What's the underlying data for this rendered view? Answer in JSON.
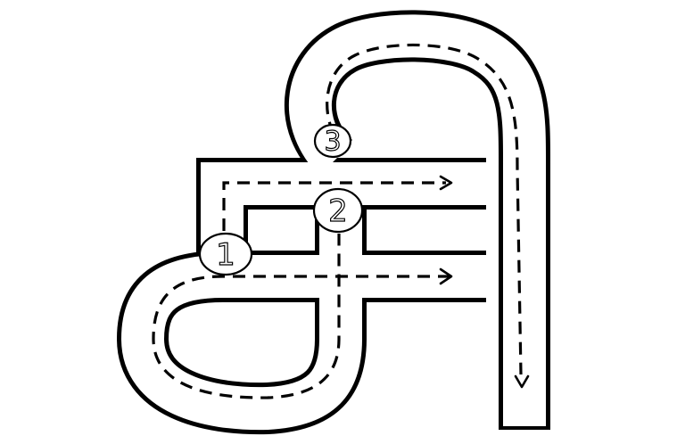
{
  "diagram": {
    "type": "stroke-order-road",
    "colors": {
      "road_edge": "#000000",
      "road_surface": "#ffffff",
      "lane": "#000000"
    },
    "badges": [
      {
        "id": "start-1",
        "label": "1"
      },
      {
        "id": "start-2",
        "label": "2"
      },
      {
        "id": "start-3",
        "label": "3"
      }
    ]
  }
}
